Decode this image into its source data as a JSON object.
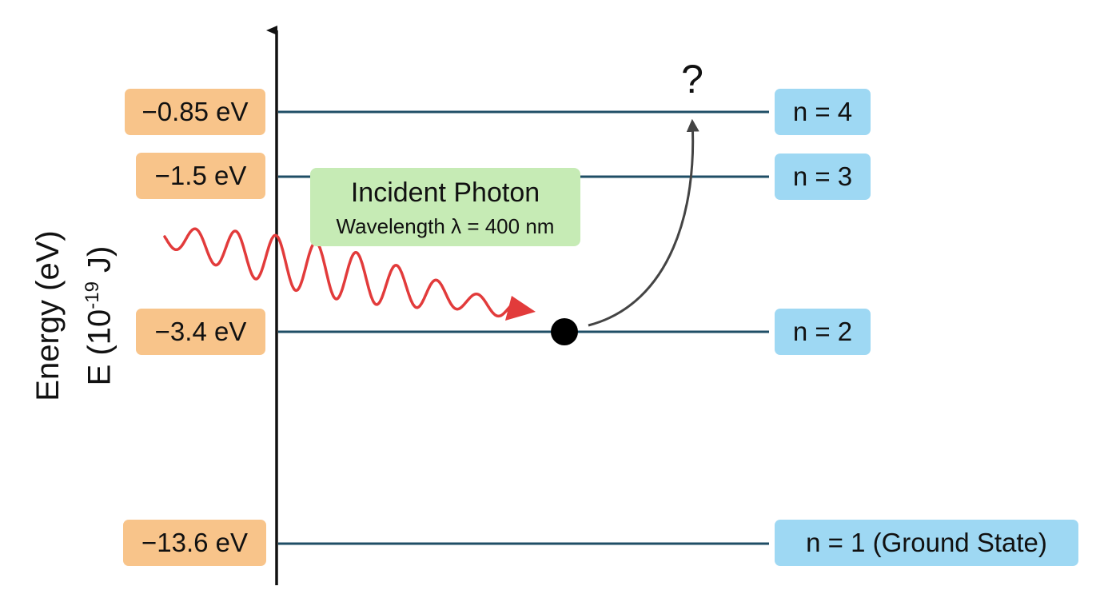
{
  "energy_axis": {
    "title_line1": "Energy (eV)",
    "title_line2_base": "E (10",
    "title_line2_exp": "-19",
    "title_line2_unit": " J)"
  },
  "levels": [
    {
      "n_label": "n = 4",
      "energy_label": "−0.85 eV",
      "energy_ev": -0.85
    },
    {
      "n_label": "n = 3",
      "energy_label": "−1.5 eV",
      "energy_ev": -1.5
    },
    {
      "n_label": "n = 2",
      "energy_label": "−3.4 eV",
      "energy_ev": -3.4
    },
    {
      "n_label": "n = 1 (Ground State)",
      "energy_label": "−13.6 eV",
      "energy_ev": -13.6
    }
  ],
  "photon": {
    "title": "Incident Photon",
    "subtitle": "Wavelength λ = 400 nm"
  },
  "transition": {
    "unknown_label": "?"
  },
  "colors": {
    "energy_tag": "#f8c48a",
    "level_tag": "#9ed8f3",
    "photon_box": "#c6ebb5",
    "level_line": "#1f4e66",
    "photon_wave": "#e23b3b",
    "transition_arrow": "#444444"
  }
}
